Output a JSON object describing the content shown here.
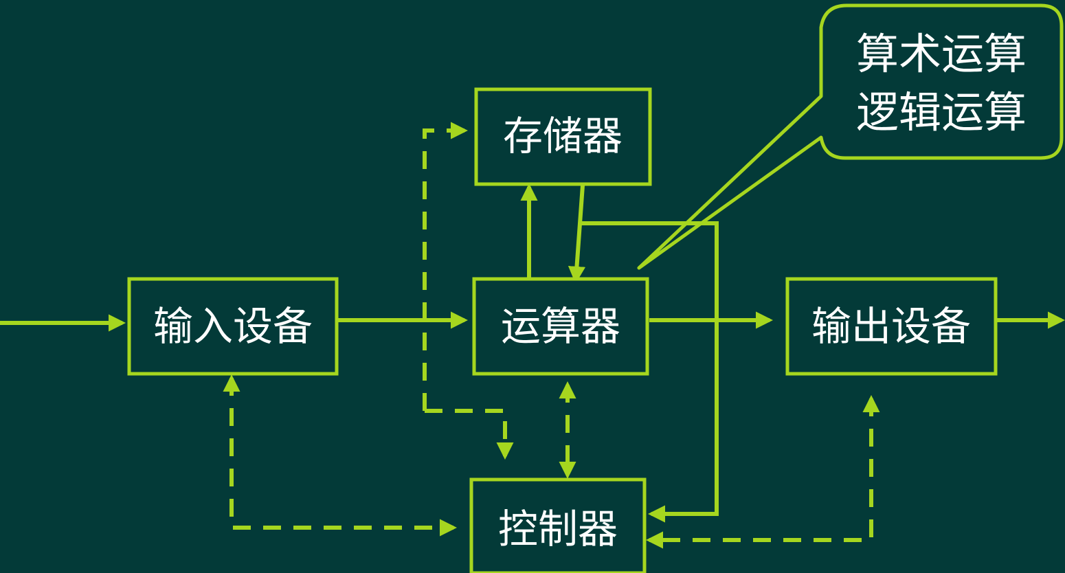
{
  "diagram": {
    "nodes": {
      "input": {
        "label": "输入设备"
      },
      "memory": {
        "label": "存储器"
      },
      "alu": {
        "label": "运算器"
      },
      "output": {
        "label": "输出设备"
      },
      "control": {
        "label": "控制器"
      }
    },
    "callout": {
      "line1": "算术运算",
      "line2": "逻辑运算"
    }
  },
  "colors": {
    "background": "#033a38",
    "accent": "#a6d61f",
    "text": "#ffffff"
  }
}
